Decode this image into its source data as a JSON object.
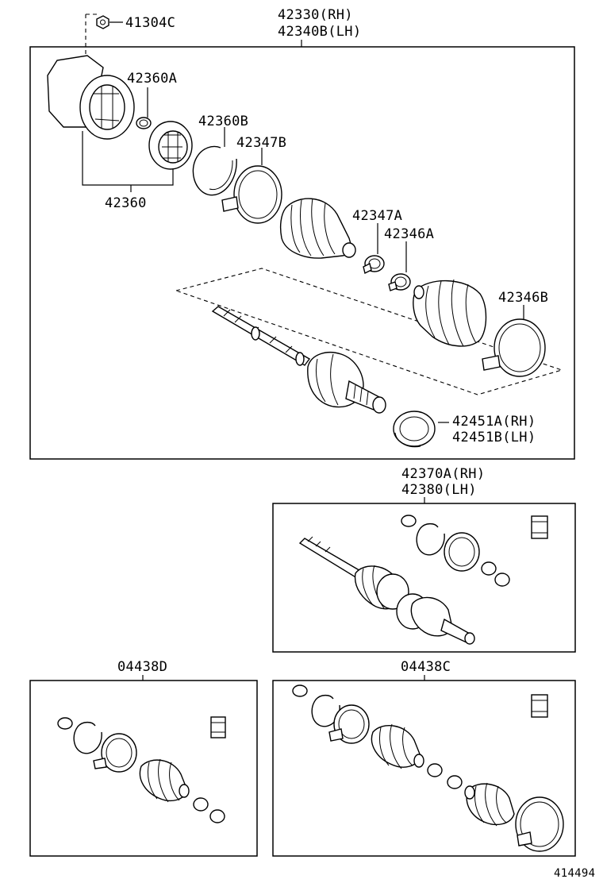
{
  "labels": {
    "p41304c": "41304C",
    "p42330_rh": "42330(RH)",
    "p42340b_lh": "42340B(LH)",
    "p42360a": "42360A",
    "p42360b": "42360B",
    "p42347b": "42347B",
    "p42360": "42360",
    "p42347a": "42347A",
    "p42346a": "42346A",
    "p42346b": "42346B",
    "p42451a_rh": "42451A(RH)",
    "p42451b_lh": "42451B(LH)",
    "p42370a_rh": "42370A(RH)",
    "p42380_lh": "42380(LH)",
    "p04438d": "04438D",
    "p04438c": "04438C",
    "figure_number": "414494"
  }
}
